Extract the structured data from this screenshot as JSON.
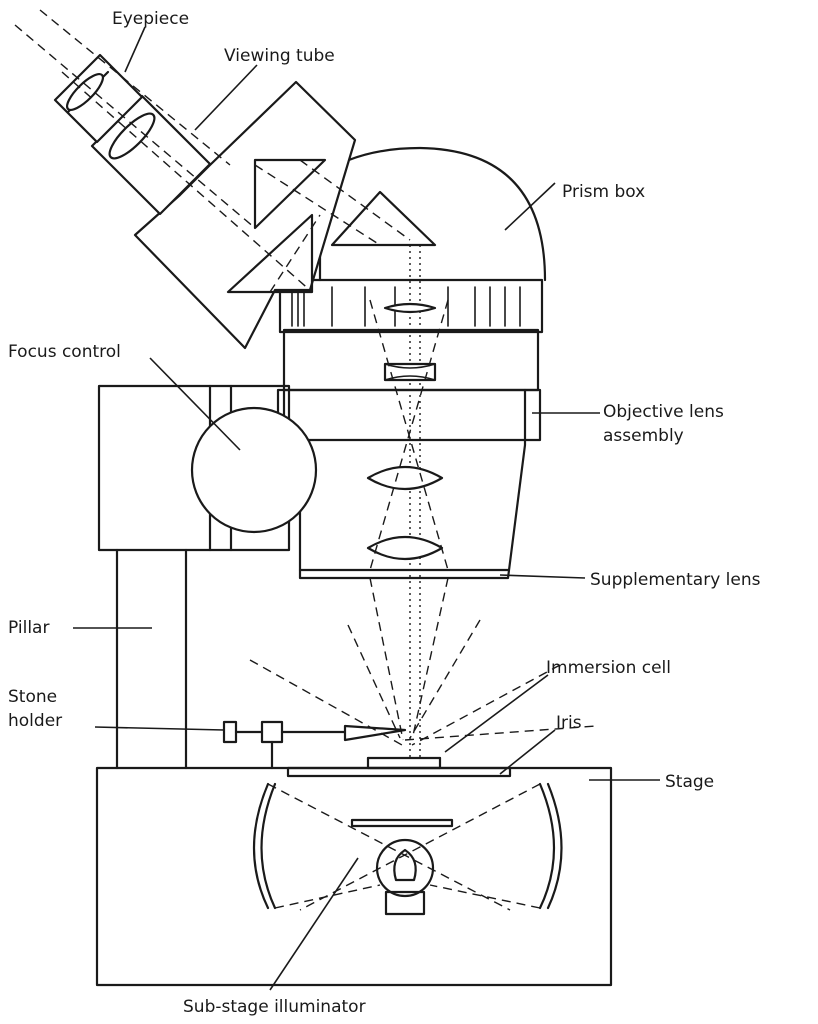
{
  "labels": {
    "eyepiece": "Eyepiece",
    "viewing_tube": "Viewing tube",
    "prism_box": "Prism box",
    "focus_control": "Focus control",
    "objective_line1": "Objective lens",
    "objective_line2": "assembly",
    "supplementary_lens": "Supplementary lens",
    "pillar": "Pillar",
    "stone_holder_line1": "Stone",
    "stone_holder_line2": "holder",
    "immersion_cell": "Immersion cell",
    "iris": "Iris",
    "stage": "Stage",
    "sub_stage_illuminator": "Sub-stage illuminator"
  }
}
